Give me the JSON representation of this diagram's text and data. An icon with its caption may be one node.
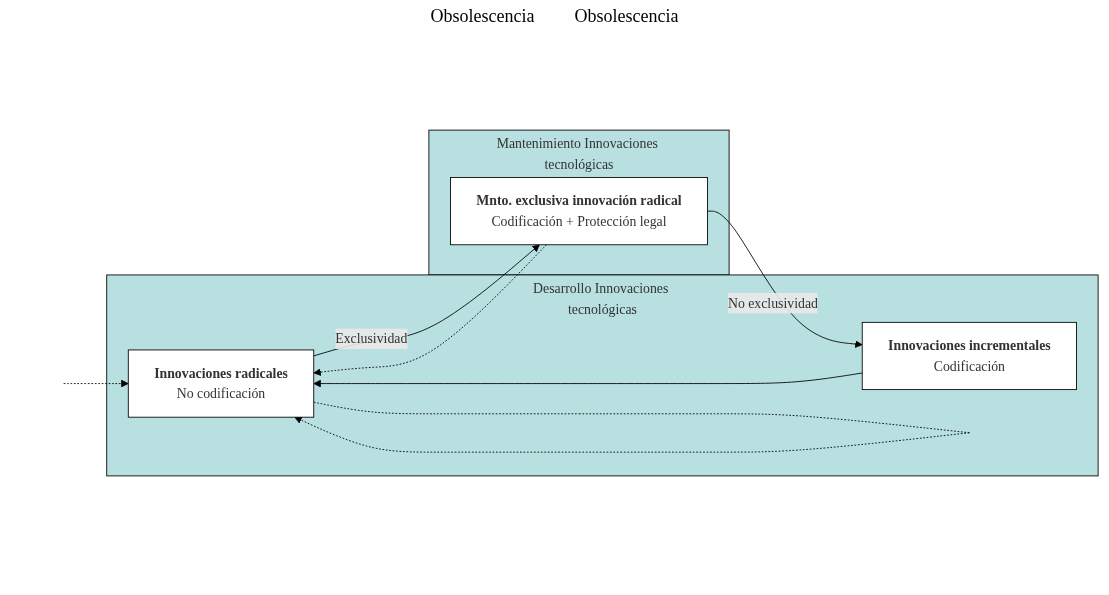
{
  "diagram": {
    "nodes": [
      {
        "text": [
          "Desarrollo Innovaciones tecnológicas"
        ]
      },
      {
        "text": [
          "Innovaciones radicales",
          "No codificación"
        ],
        "in": 0
      },
      {
        "text": [
          "Innovaciones incrementales",
          "Codificación"
        ],
        "in": 0
      },
      {
        "text": [
          "Mantenimiento Innovaciones tecnológicas"
        ]
      },
      {
        "text": [
          "Mnto. exclusiva innovación radical",
          "Codificación + Protección legal"
        ],
        "in": 3
      }
    ],
    "edges": [
      {
        "from": 1,
        "to": 4,
        "arrow": "to",
        "label": "Exclusividad"
      },
      {
        "from": 4,
        "to": 2,
        "arrow": "to",
        "label": "No exclusividad"
      },
      {
        "from": 2,
        "to": 1,
        "arrow": "to"
      },
      {
        "from": 1,
        "to": 1,
        "arrow": "to",
        "style": "dashed"
      },
      {
        "from": null,
        "to": 1,
        "arrow": "to",
        "style": "dashed"
      },
      {
        "from": 4,
        "to": 1,
        "arrow": "to",
        "style": "dashed"
      }
    ],
    "labels": [
      "Obsolescencia",
      "Obsolescencia"
    ]
  }
}
